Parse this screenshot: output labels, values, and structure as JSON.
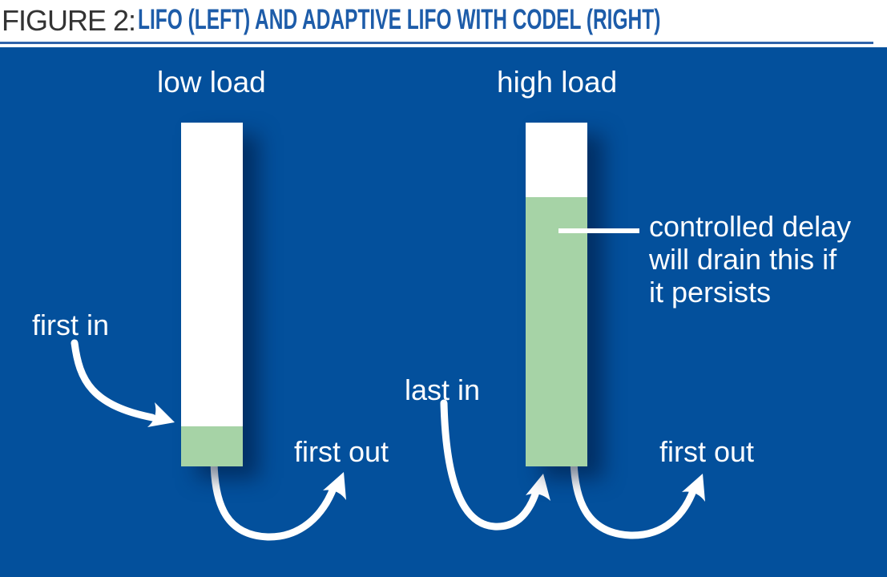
{
  "figure": {
    "label": "FIGURE 2:",
    "title": "LIFO (LEFT) AND ADAPTIVE LIFO WITH CODEL (RIGHT)"
  },
  "left_queue": {
    "heading": "low load",
    "first_in_label": "first in",
    "first_out_label": "first out"
  },
  "right_queue": {
    "heading": "high load",
    "last_in_label": "last in",
    "first_out_label": "first out",
    "callout_lines": [
      "controlled delay",
      "will drain this if",
      "it persists"
    ]
  },
  "colors": {
    "panel_background": "#03509c",
    "queue_empty": "#ffffff",
    "queue_backlog": "#a6d3a6",
    "title_accent": "#1d5ca9",
    "figure_label_color": "#333333",
    "underline": "#2f63aa",
    "arrow": "#ffffff"
  }
}
